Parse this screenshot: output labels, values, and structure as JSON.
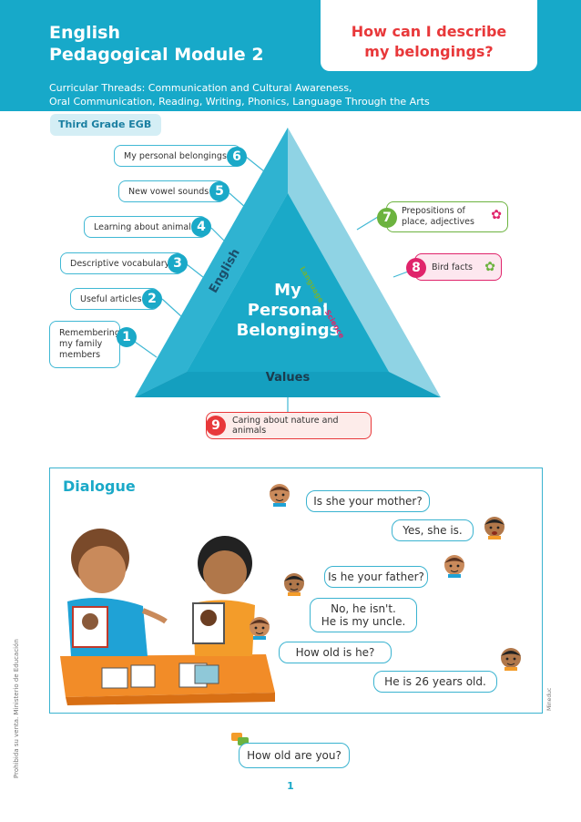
{
  "header": {
    "title_line1": "English",
    "title_line2": "Pedagogical Module 2",
    "question_line1": "How can I describe",
    "question_line2": "my belongings?",
    "threads_line1": "Curricular Threads: Communication and Cultural Awareness,",
    "threads_line2": "Oral Communication, Reading, Writing, Phonics, Language Through the Arts",
    "grade": "Third Grade EGB"
  },
  "diagram": {
    "center_line1": "My",
    "center_line2": "Personal",
    "center_line3": "Belongings",
    "left_side": "English",
    "right_side_1": "Language",
    "right_side_sep": "•",
    "right_side_2": "Science",
    "bottom": "Values",
    "items": [
      {
        "num": "6",
        "label": "My personal belongings"
      },
      {
        "num": "5",
        "label": "New vowel sounds"
      },
      {
        "num": "4",
        "label": "Learning about animals"
      },
      {
        "num": "3",
        "label": "Descriptive vocabulary"
      },
      {
        "num": "2",
        "label": "Useful articles"
      },
      {
        "num": "1",
        "label_line1": "Remembering",
        "label_line2": "my family",
        "label_line3": "members"
      },
      {
        "num": "7",
        "label_line1": "Prepositions of",
        "label_line2": "place, adjectives"
      },
      {
        "num": "8",
        "label": "Bird facts"
      },
      {
        "num": "9",
        "label": "Caring about nature and animals"
      }
    ]
  },
  "dialogue": {
    "title": "Dialogue",
    "lines": [
      "Is she your mother?",
      "Yes, she is.",
      "Is he your father?",
      "No, he isn't.",
      "He is my uncle.",
      "How old is he?",
      "He is 26 years old."
    ],
    "prompt": "How old are you?"
  },
  "footer": {
    "side_note": "Prohibida su venta. Ministerio de Educación",
    "credit": "Mineduc",
    "page_number": "1"
  },
  "colors": {
    "accent": "#17a9c9",
    "question_red": "#e8383a",
    "science_pink": "#e0246b",
    "language_green": "#6cb33f"
  }
}
